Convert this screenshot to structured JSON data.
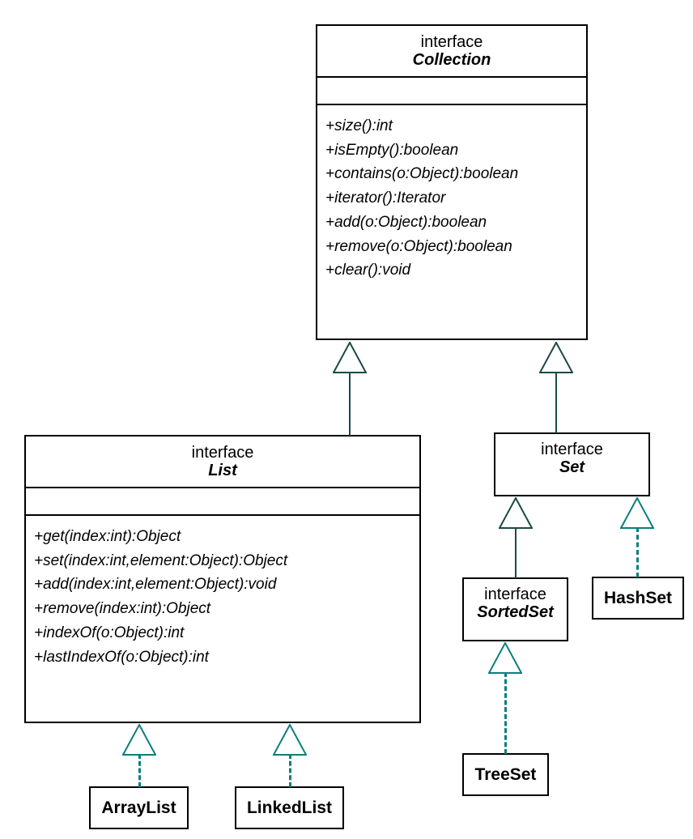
{
  "diagram": {
    "title": "Java Collections Framework UML class diagram",
    "colors": {
      "box_border": "#000000",
      "box_fill": "#ffffff",
      "text": "#000000",
      "extends_line": "#1a4a47",
      "implements_line": "#0b7e7e",
      "background": "#ffffff"
    }
  },
  "nodes": {
    "collection": {
      "stereotype": "interface",
      "name": "Collection",
      "kind": "interface",
      "attributes": [],
      "methods": [
        "+size():int",
        "+isEmpty():boolean",
        "+contains(o:Object):boolean",
        "+iterator():Iterator",
        "+add(o:Object):boolean",
        "+remove(o:Object):boolean",
        "+clear():void"
      ]
    },
    "list": {
      "stereotype": "interface",
      "name": "List",
      "kind": "interface",
      "attributes": [],
      "methods": [
        "+get(index:int):Object",
        "+set(index:int,element:Object):Object",
        "+add(index:int,element:Object):void",
        "+remove(index:int):Object",
        "+indexOf(o:Object):int",
        "+lastIndexOf(o:Object):int"
      ]
    },
    "set": {
      "stereotype": "interface",
      "name": "Set",
      "kind": "interface"
    },
    "sortedset": {
      "stereotype": "interface",
      "name": "SortedSet",
      "kind": "interface"
    },
    "hashset": {
      "name": "HashSet",
      "kind": "class"
    },
    "treeset": {
      "name": "TreeSet",
      "kind": "class"
    },
    "arraylist": {
      "name": "ArrayList",
      "kind": "class"
    },
    "linkedlist": {
      "name": "LinkedList",
      "kind": "class"
    }
  },
  "relationships": [
    {
      "from": "List",
      "to": "Collection",
      "type": "extends",
      "style": "solid"
    },
    {
      "from": "Set",
      "to": "Collection",
      "type": "extends",
      "style": "solid"
    },
    {
      "from": "SortedSet",
      "to": "Set",
      "type": "extends",
      "style": "solid"
    },
    {
      "from": "HashSet",
      "to": "Set",
      "type": "implements",
      "style": "dashed"
    },
    {
      "from": "TreeSet",
      "to": "SortedSet",
      "type": "implements",
      "style": "dashed"
    },
    {
      "from": "ArrayList",
      "to": "List",
      "type": "implements",
      "style": "dashed"
    },
    {
      "from": "LinkedList",
      "to": "List",
      "type": "implements",
      "style": "dashed"
    }
  ]
}
